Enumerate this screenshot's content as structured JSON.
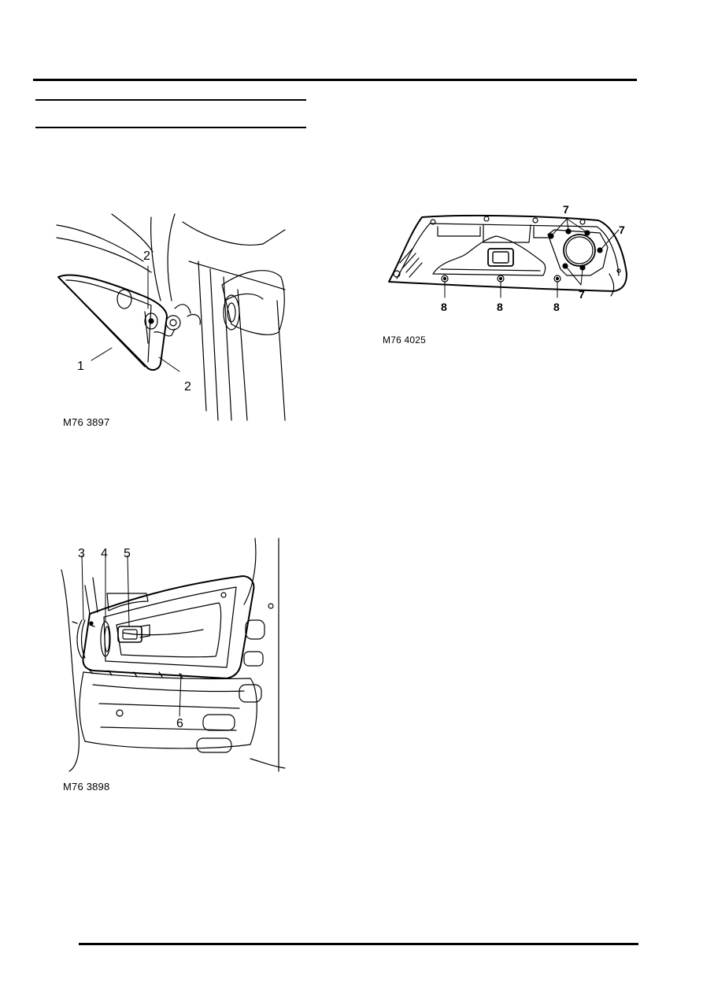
{
  "figures": [
    {
      "id": "fig-1",
      "caption": "M76 3897",
      "callouts": [
        "1",
        "2",
        "2"
      ]
    },
    {
      "id": "fig-2",
      "caption": "M76 3898",
      "callouts": [
        "3",
        "4",
        "5",
        "6"
      ]
    },
    {
      "id": "fig-3",
      "caption": "M76 4025",
      "callouts": [
        "7",
        "7",
        "7",
        "8",
        "8",
        "8"
      ]
    }
  ]
}
